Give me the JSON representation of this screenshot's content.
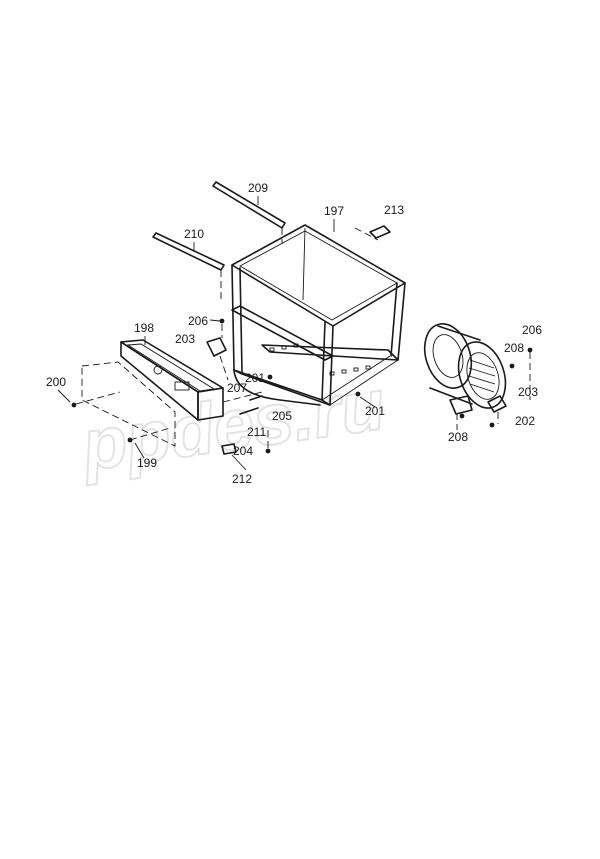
{
  "diagram": {
    "watermark": "ppdes.ru",
    "callouts": {
      "p197": "197",
      "p198": "198",
      "p199": "199",
      "p200": "200",
      "p201a": "201",
      "p201b": "201",
      "p202": "202",
      "p203a": "203",
      "p203b": "203",
      "p204": "204",
      "p205": "205",
      "p206a": "206",
      "p206b": "206",
      "p207": "207",
      "p208a": "208",
      "p208b": "208",
      "p209": "209",
      "p210": "210",
      "p211": "211",
      "p212": "212",
      "p213": "213"
    }
  }
}
